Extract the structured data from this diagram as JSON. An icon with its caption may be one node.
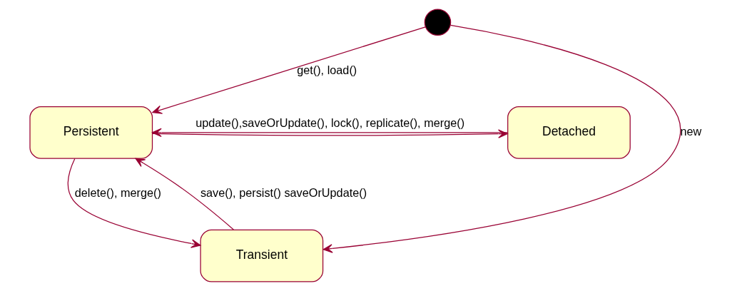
{
  "diagram": {
    "nodes": [
      {
        "text": [],
        "shape": "circle"
      },
      {
        "text": [
          "Persistent"
        ]
      },
      {
        "text": [
          "Detached"
        ]
      },
      {
        "text": [
          "Transient"
        ]
      }
    ],
    "edges": [
      {
        "from": 0,
        "to": 1,
        "arrow": "to",
        "label": "get(), load()"
      },
      {
        "from": 0,
        "to": 3,
        "arrow": "to",
        "label": "new"
      },
      {
        "from": 1,
        "to": 2,
        "arrow": "to"
      },
      {
        "from": 2,
        "to": 1,
        "arrow": "to",
        "label": "update(),saveOrUpdate(), lock(), replicate(), merge()"
      },
      {
        "from": 3,
        "to": 1,
        "arrow": "to",
        "label": "save(), persist() saveOrUpdate()"
      },
      {
        "from": 1,
        "to": 3,
        "arrow": "to",
        "label": "delete(), merge()"
      }
    ]
  }
}
